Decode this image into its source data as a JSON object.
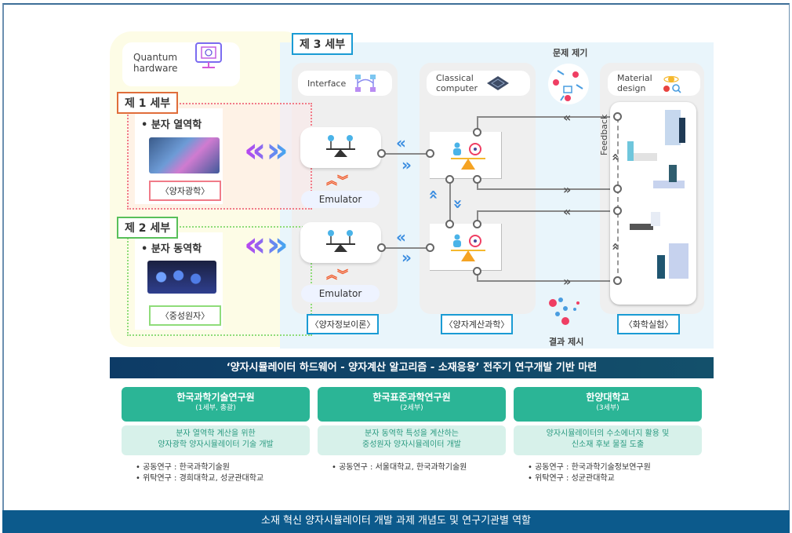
{
  "hardware": {
    "title_line1": "Quantum",
    "title_line2": "hardware",
    "icon": "quantum-computer-icon"
  },
  "subprojects": {
    "sub1": {
      "tag": "제 1 세부",
      "topic": "• 분자 열역학",
      "label": "〈양자광학〉",
      "accent": "#e06d3a"
    },
    "sub2": {
      "tag": "제 2 세부",
      "topic": "• 분자 동역학",
      "label": "〈중성원자〉",
      "accent": "#58c05a"
    },
    "sub3": {
      "tag": "제 3 세부",
      "accent": "#1a9bd4"
    }
  },
  "columns": {
    "interface": {
      "title": "Interface",
      "icon": "network-icon",
      "label": "〈양자정보이론〉"
    },
    "classical": {
      "title_line1": "Classical",
      "title_line2": "computer",
      "icon": "chip-icon",
      "label": "〈양자계산과학〉"
    },
    "material": {
      "title_line1": "Material",
      "title_line2": "design",
      "icon": "atom-gear-icon",
      "label": "〈화학실험〉"
    }
  },
  "emulator_label": "Emulator",
  "problem_label": "문제 제기",
  "result_label": "결과 제시",
  "feedback_label": "Feedback",
  "banner": "‘양자시뮬레이터 하드웨어 - 양자계산 알고리즘 - 소재응용’ 전주기 연구개발 기반 마련",
  "institutions": [
    {
      "name": "한국과학기술연구원",
      "role": "(1세부, 총괄)",
      "desc_line1": "분자 열역학 계산을 위한",
      "desc_line2": "양자광학 양자시뮬레이터 기술 개발",
      "notes": [
        "• 공동연구 : 한국과학기술원",
        "• 위탁연구 : 경희대학교, 성균관대학교"
      ]
    },
    {
      "name": "한국표준과학연구원",
      "role": "(2세부)",
      "desc_line1": "분자 동역학 특성을 계산하는",
      "desc_line2": "중성원자 양자시뮬레이터 개발",
      "notes": [
        "• 공동연구 : 서울대학교, 한국과학기술원"
      ]
    },
    {
      "name": "한양대학교",
      "role": "(3세부)",
      "desc_line1": "양자시뮬레이터의 수소에너지 활용 및",
      "desc_line2": "신소재 후보 물질 도출",
      "notes": [
        "• 공동연구 : 한국과학기술정보연구원",
        "• 위탁연구 : 성균관대학교"
      ]
    }
  ],
  "caption": "소재 혁신 양자시뮬레이터 개발 과제 개념도 및 연구기관별 역할",
  "colors": {
    "teal": "#2bb596",
    "navy": "#0d3b66",
    "caption_blue": "#0c5a8c"
  }
}
